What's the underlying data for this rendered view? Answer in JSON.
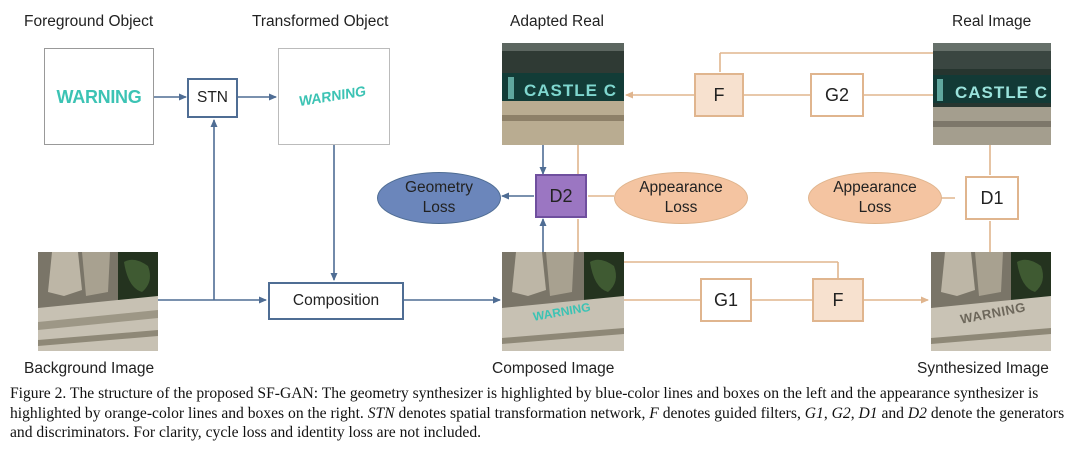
{
  "labels": {
    "foreground": "Foreground Object",
    "transformed": "Transformed Object",
    "adapted_real": "Adapted Real",
    "real_image": "Real Image",
    "background": "Background Image",
    "composed": "Composed Image",
    "synthesized": "Synthesized Image"
  },
  "nodes": {
    "stn": "STN",
    "composition": "Composition",
    "d2": "D2",
    "d1": "D1",
    "g1": "G1",
    "g2": "G2",
    "f_top": "F",
    "f_bottom": "F",
    "geometry_loss_l1": "Geometry",
    "geometry_loss_l2": "Loss",
    "appearance_loss_left_l1": "Appearance",
    "appearance_loss_left_l2": "Loss",
    "appearance_loss_right_l1": "Appearance",
    "appearance_loss_right_l2": "Loss"
  },
  "image_text": {
    "warning_fg": "WARNING",
    "warning_transformed": "WARNING",
    "castle_adapted": "CASTLE C",
    "castle_real": "CASTLE C",
    "warning_composed": "WARNING",
    "warning_synth": "WARNING"
  },
  "colors": {
    "geometry_line": "#4f6d94",
    "appearance_line": "#e0b58e",
    "geometry_loss_fill": "#6b86bb",
    "appearance_loss_fill": "#f4c4a1",
    "d2_fill": "#9b76c2",
    "warning_text": "#3cc3b4",
    "castle_text": "#7fd7cf"
  },
  "caption": {
    "lead": "Figure 2. The structure of the proposed SF-GAN: The geometry synthesizer is highlighted by blue-color lines and boxes on the left and the appearance synthesizer is highlighted by orange-color lines and boxes on the right.",
    "stn_term": "STN",
    "stn_def": "denotes spatial transformation network,",
    "f_term": "F",
    "f_def": "denotes guided filters,",
    "g1": "G1",
    "g2": "G2",
    "d1": "D1",
    "and": "and",
    "d2": "D2",
    "gen_disc": "denote the generators and discriminators. For clarity, cycle loss and identity loss are not included."
  }
}
